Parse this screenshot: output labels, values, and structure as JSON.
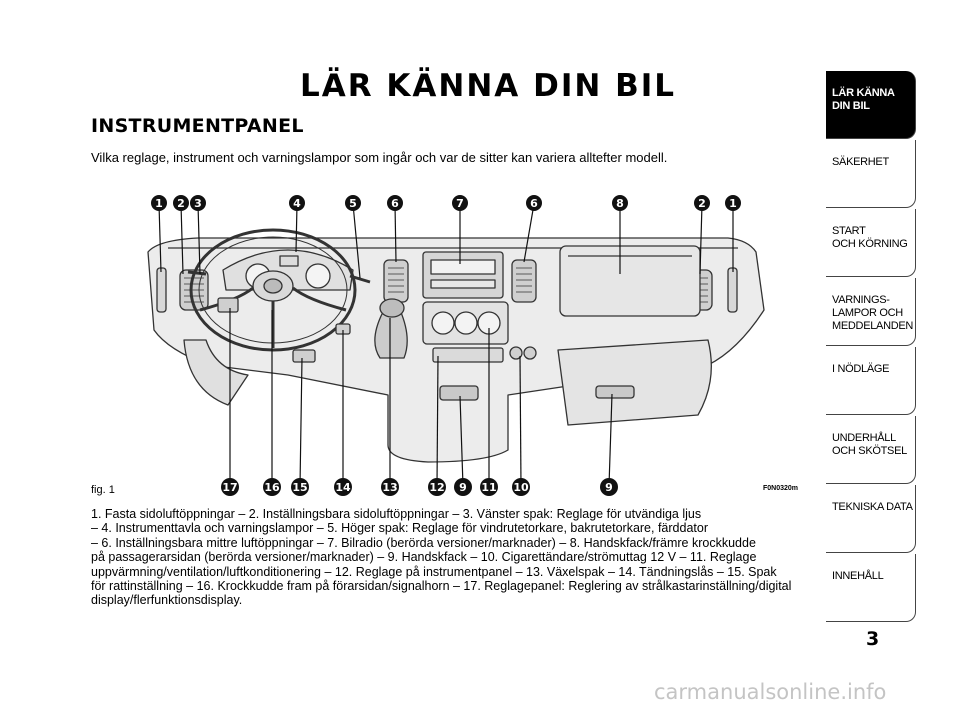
{
  "header": {
    "main_title": "LÄR KÄNNA DIN BIL",
    "section_title": "INSTRUMENTPANEL",
    "intro": "Vilka reglage, instrument och varningslampor som ingår och var de sitter kan variera alltefter modell."
  },
  "figure": {
    "label": "fig. 1",
    "code": "F0N0320m",
    "callouts_top": [
      "1",
      "2",
      "3",
      "4",
      "5",
      "6",
      "7",
      "6",
      "8",
      "2",
      "1"
    ],
    "callouts_bottom": [
      "17",
      "16",
      "15",
      "14",
      "13",
      "12",
      "9",
      "11",
      "10",
      "9"
    ]
  },
  "caption": {
    "lines": [
      "1. Fasta sidoluftöppningar – 2. Inställningsbara sidoluftöppningar – 3. Vänster spak: Reglage för utvändiga ljus",
      "– 4. Instrumenttavla och varningslampor – 5. Höger spak: Reglage för vindrutetorkare, bakrutetorkare, färddator",
      "– 6. Inställningsbara mittre luftöppningar – 7. Bilradio (berörda versioner/marknader) – 8. Handskfack/främre krockkudde",
      "på passagerarsidan (berörda versioner/marknader) – 9. Handskfack – 10. Cigarettändare/strömuttag 12 V – 11. Reglage",
      "uppvärmning/ventilation/luftkonditionering – 12. Reglage på instrumentpanel – 13. Växelspak – 14. Tändningslås – 15. Spak",
      "för rattinställning – 16. Krockkudde fram på förarsidan/signalhorn – 17. Reglagepanel: Reglering av strålkastarinställning/digital",
      "display/flerfunktionsdisplay."
    ]
  },
  "sidebar": {
    "tabs": [
      {
        "label": "LÄR KÄNNA\nDIN BIL",
        "active": true
      },
      {
        "label": "SÄKERHET",
        "active": false
      },
      {
        "label": "START\nOCH KÖRNING",
        "active": false
      },
      {
        "label": "VARNINGS-\nLAMPOR OCH\nMEDDELANDEN",
        "active": false
      },
      {
        "label": "I NÖDLÄGE",
        "active": false
      },
      {
        "label": "UNDERHÅLL\nOCH SKÖTSEL",
        "active": false
      },
      {
        "label": "TEKNISKA DATA",
        "active": false
      },
      {
        "label": "INNEHÅLL",
        "active": false
      }
    ]
  },
  "page_number": "3",
  "watermark": "carmanualsonline.info"
}
